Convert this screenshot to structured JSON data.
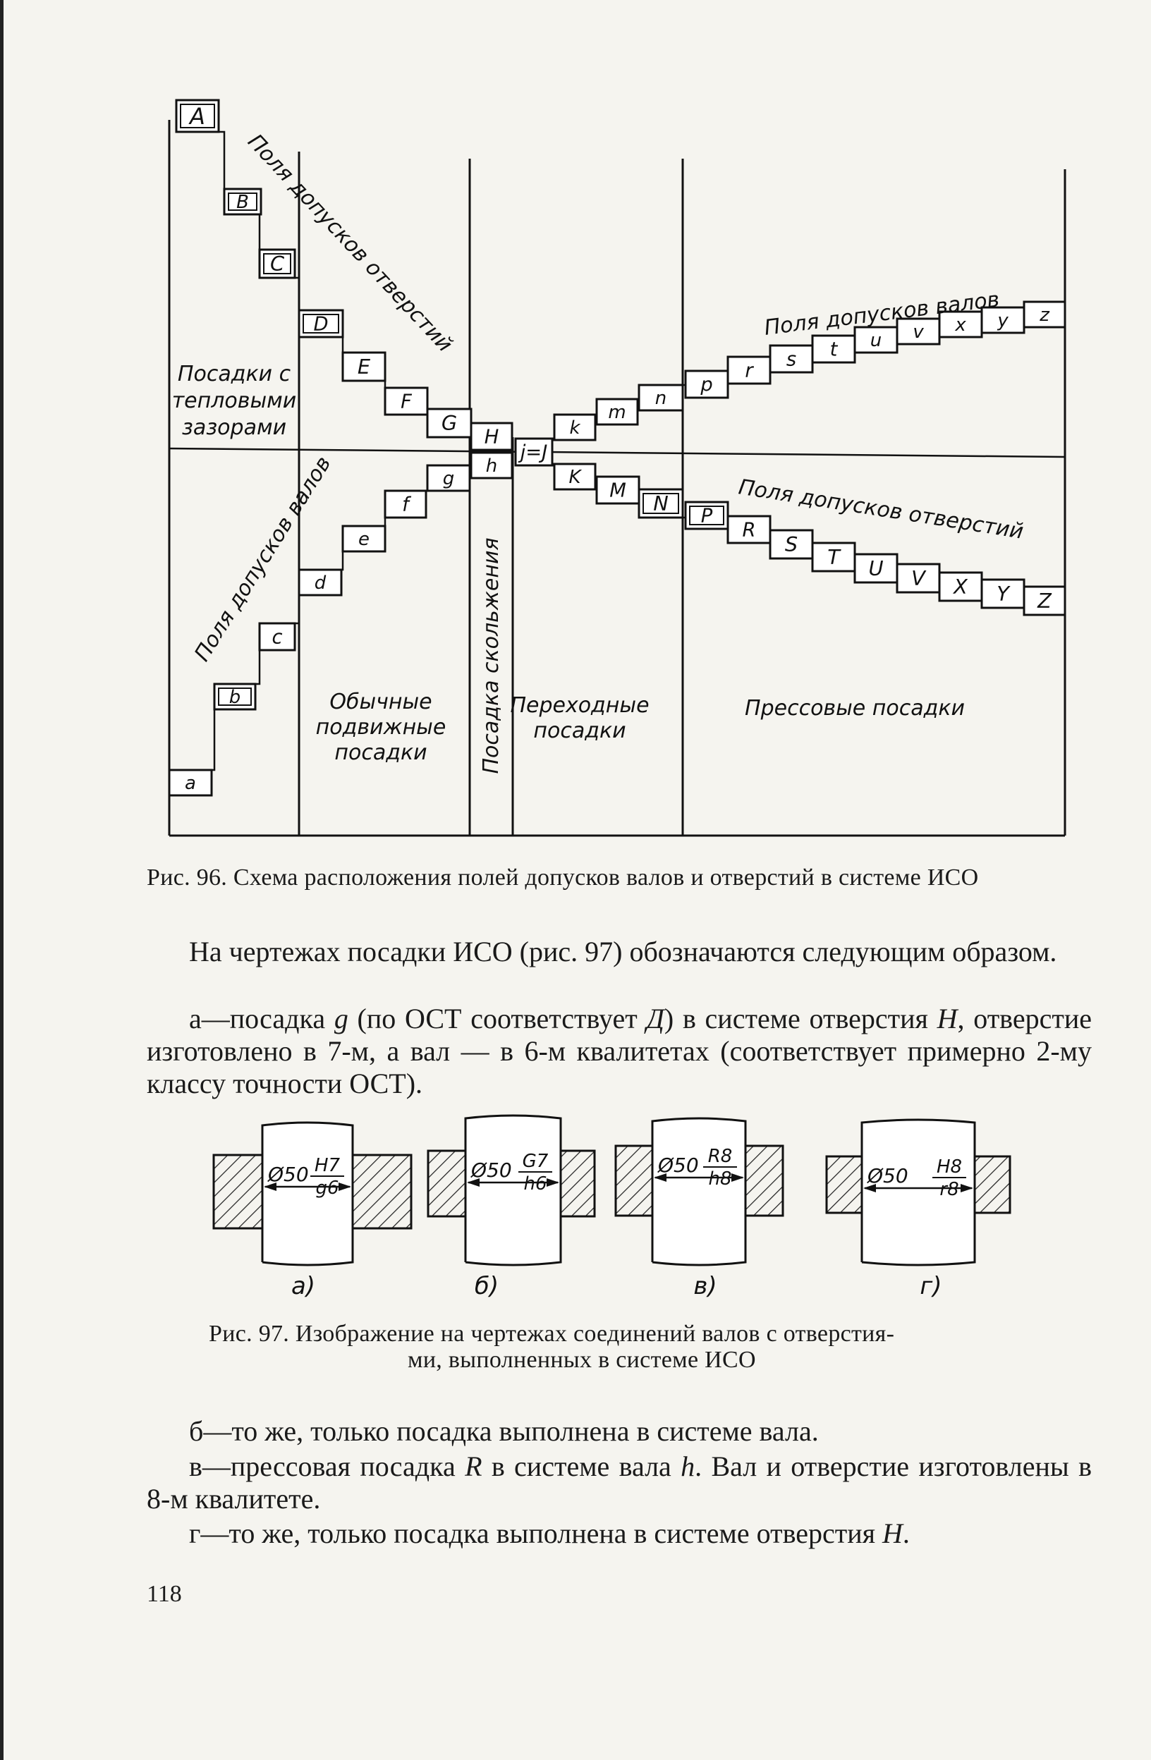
{
  "fig96": {
    "hole_boxes_left": [
      "A",
      "B",
      "C",
      "D",
      "E",
      "F",
      "G"
    ],
    "shaft_boxes_left": [
      "a",
      "b",
      "c",
      "d",
      "e",
      "f",
      "g"
    ],
    "h_upper": "H",
    "h_lower": "h",
    "jj": "j=J",
    "shaft_boxes_right": [
      "k",
      "m",
      "n",
      "p",
      "r",
      "s",
      "t",
      "u",
      "v",
      "x",
      "y",
      "z"
    ],
    "hole_boxes_right": [
      "K",
      "M",
      "N",
      "P",
      "R",
      "S",
      "T",
      "U",
      "V",
      "X",
      "Y",
      "Z"
    ],
    "label_hole_fields_left": "Поля допусков отверстий",
    "label_shaft_fields_left": "Поля допусков валов",
    "label_shaft_fields_right": "Поля допусков валов",
    "label_hole_fields_right": "Поля допусков отверстий",
    "zone_thermal": [
      "Посадки с",
      "тепловыми",
      "зазорами"
    ],
    "zone_ordinary": [
      "Обычные",
      "подвижные",
      "посадки"
    ],
    "zone_sliding": "Посадка скольжения",
    "zone_transition": [
      "Переходные",
      "посадки"
    ],
    "zone_press": "Прессовые посадки",
    "caption": "Рис. 96. Схема расположения полей допусков валов и отверстий в системе ИСО"
  },
  "text": {
    "p1": "На чертежах посадки ИСО (рис. 97) обозначаются следующим образом.",
    "p2_html": "а—посадка <i>g</i> (по ОСТ соответствует <i>Д</i>) в системе отверстия <i>H</i>, отверстие изготовлено в 7-м, а вал — в 6-м квалитетах (соответствует примерно 2-му классу точности ОСТ).",
    "p3": "б—то же, только посадка выполнена в системе вала.",
    "p4_html": "в—прессовая посадка <i>R</i> в системе вала <i>h</i>. Вал и отверстие изготовлены в 8-м квалитете.",
    "p5_html": "г—то же, только посадка выполнена в системе отверстия <i>H</i>.",
    "page_number": "118"
  },
  "fig97": {
    "panels": [
      {
        "letter": "а)",
        "dia": "Ø50",
        "num": "H7",
        "den": "g6"
      },
      {
        "letter": "б)",
        "dia": "Ø50",
        "num": "G7",
        "den": "h6"
      },
      {
        "letter": "в)",
        "dia": "Ø50",
        "num": "R8",
        "den": "h8"
      },
      {
        "letter": "г)",
        "dia": "Ø50",
        "num": "H8",
        "den": "r8"
      }
    ],
    "caption_line1": "Рис. 97. Изображение на чертежах соединений валов с отверстия-",
    "caption_line2": "ми, выполненных в системе ИСО"
  }
}
